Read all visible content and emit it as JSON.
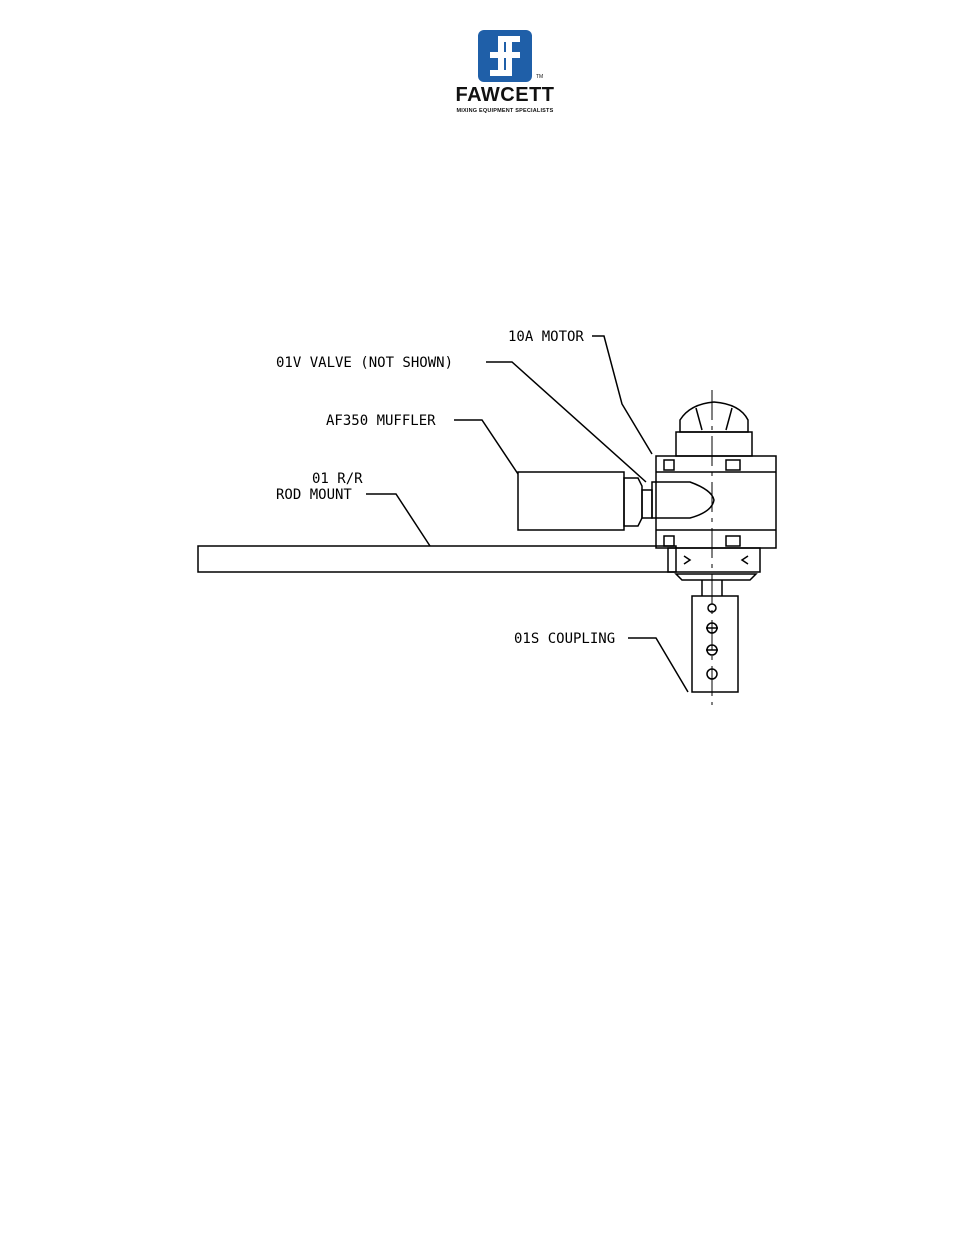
{
  "logo": {
    "name": "FAWCETT",
    "tagline": "MIXING EQUIPMENT SPECIALISTS",
    "trademark": "TM",
    "color": "#1f5fa8"
  },
  "labels": {
    "motor": "10A MOTOR",
    "valve": "01V VALVE (NOT SHOWN)",
    "muffler": "AF350 MUFFLER",
    "mount_line1": "01 R/R",
    "mount_line2": "ROD MOUNT",
    "coupling": "01S COUPLING"
  }
}
